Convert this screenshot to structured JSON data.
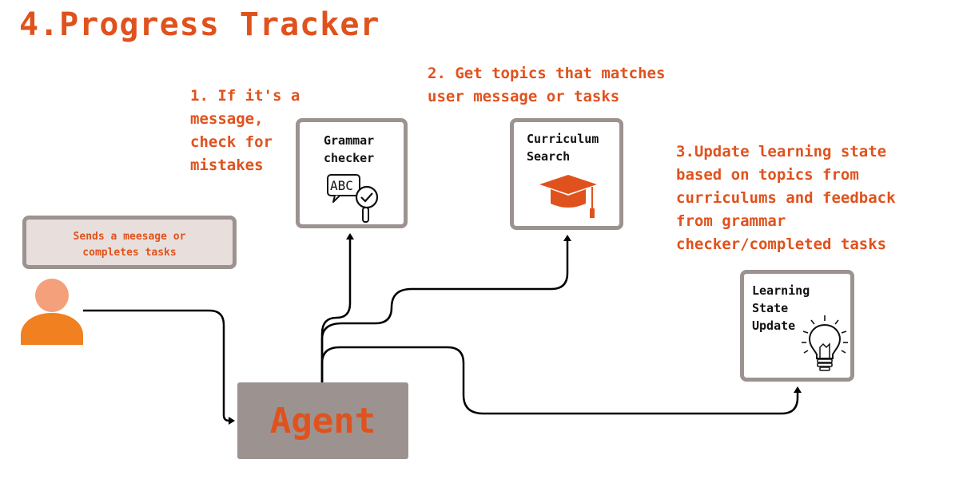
{
  "title": "4.Progress Tracker",
  "steps": {
    "step1": "1. If it's a\nmessage,\ncheck for\nmistakes",
    "step2": "2. Get topics that matches\nuser message or tasks",
    "step3": "3.Update learning state\nbased on topics from\ncurriculums and feedback\nfrom grammar\nchecker/completed tasks"
  },
  "boxes": {
    "grammar_checker": "Grammar\nchecker",
    "curriculum_search": "Curriculum\nSearch",
    "learning_state_update": "Learning\nState\nUpdate"
  },
  "user_message": "Sends a meesage or\ncompletes tasks",
  "agent_label": "Agent",
  "icons": {
    "grammar": "abc-magnifier-check-icon",
    "curriculum": "graduation-cap-icon",
    "learning": "lightbulb-icon",
    "user": "user-person-icon"
  },
  "colors": {
    "accent": "#e0521d",
    "box_border": "#9c9390",
    "agent_fill": "#9c9390",
    "user_msg_fill": "#e8dfdc",
    "user_head": "#f4a07a",
    "user_body": "#f08020"
  }
}
